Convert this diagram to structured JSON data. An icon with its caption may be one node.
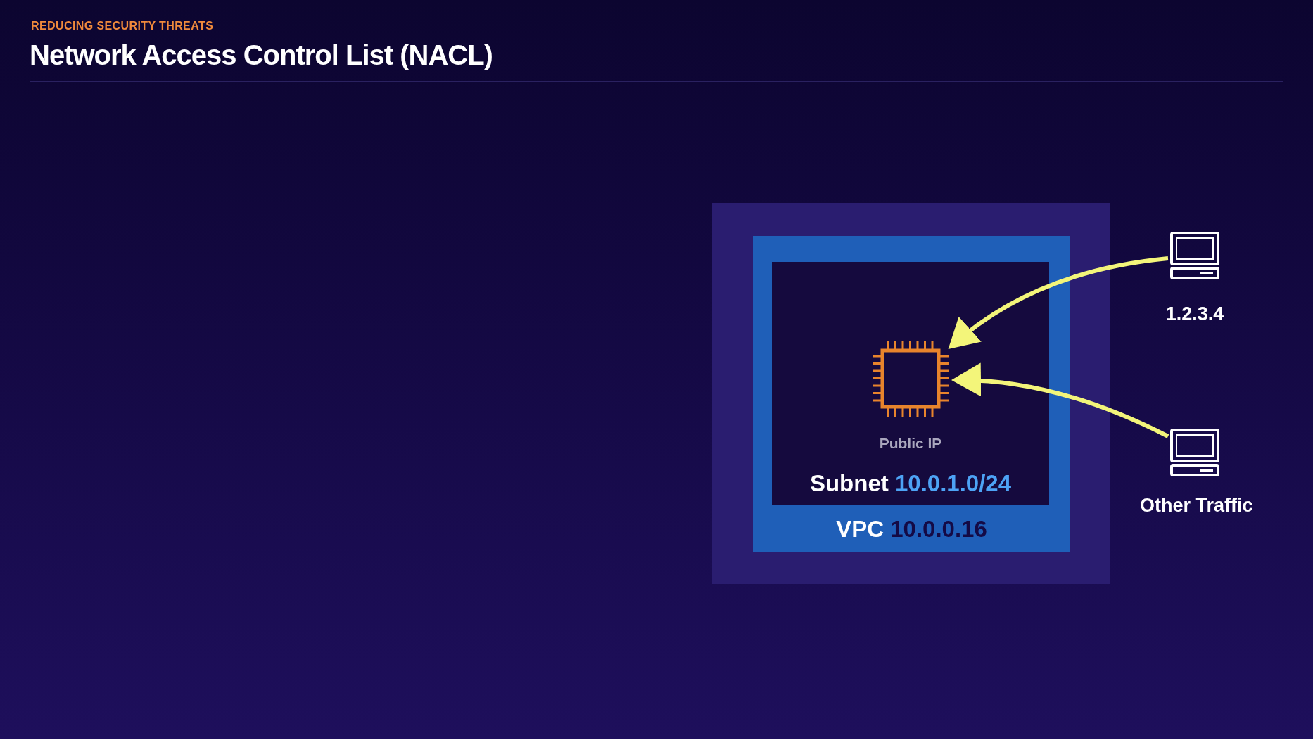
{
  "diagram": {
    "title": "Network Access Control List (NACL)",
    "nodes": [
      {
        "text": [],
        "shape": "box"
      },
      {
        "text": [
          "VPC",
          "10.0.0.16"
        ],
        "in": 0
      },
      {
        "text": [
          "Subnet",
          "10.0.1.0/24"
        ],
        "in": 1
      },
      {
        "text": [
          "Public IP"
        ],
        "in": 2
      },
      {
        "text": [
          "1.2.3.4"
        ]
      },
      {
        "text": [
          "Other Traffic"
        ]
      }
    ],
    "edges": [
      {
        "from": 4,
        "to": 3,
        "arrow": "to"
      },
      {
        "from": 5,
        "to": 3,
        "arrow": "to"
      }
    ],
    "labels": [
      "REDUCING SECURITY THREATS"
    ]
  }
}
